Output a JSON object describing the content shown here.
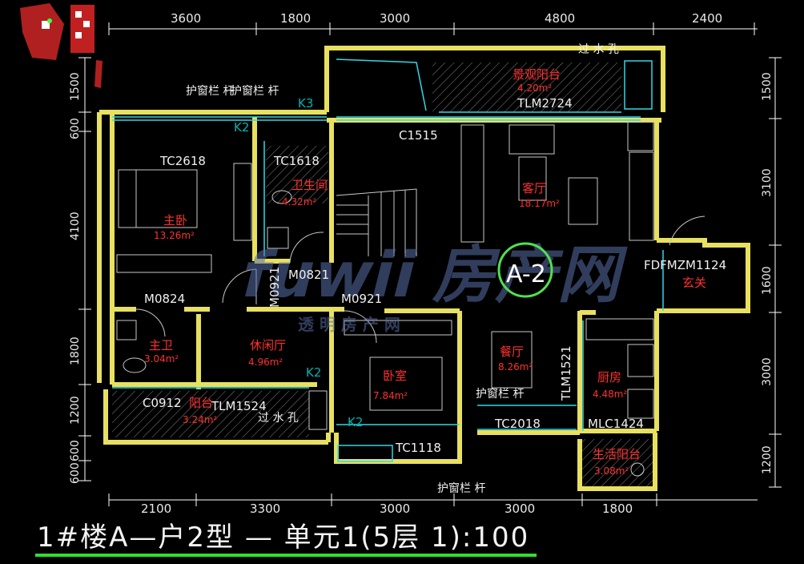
{
  "top_dims": [
    "3600",
    "1800",
    "3000",
    "4800",
    "2400"
  ],
  "bottom_dims": [
    "2100",
    "3300",
    "3000",
    "3000",
    "1800"
  ],
  "left_dims": [
    "1500",
    "600",
    "4100",
    "1800",
    "1200",
    "600",
    "600"
  ],
  "right_dims": [
    "1500",
    "3100",
    "1600",
    "3000",
    "1200"
  ],
  "rooms": [
    {
      "name": "景观阳台",
      "area": "4.20m²"
    },
    {
      "name": "客厅",
      "area": "18.17m²"
    },
    {
      "name": "卫生间",
      "area": "4.32m²"
    },
    {
      "name": "主卧",
      "area": "13.26m²"
    },
    {
      "name": "主卫",
      "area": "3.04m²"
    },
    {
      "name": "休闲厅",
      "area": "4.96m²"
    },
    {
      "name": "阳台",
      "area": "3.24m²"
    },
    {
      "name": "卧室",
      "area": "7.84m²"
    },
    {
      "name": "餐厅",
      "area": "8.26m²"
    },
    {
      "name": "厨房",
      "area": "4.48m²"
    },
    {
      "name": "生活阳台",
      "area": "3.08m²"
    },
    {
      "name": "玄关",
      "area": ""
    }
  ],
  "codes": [
    "TLM2724",
    "C1515",
    "TC2618",
    "TC1618",
    "M0821",
    "M0921",
    "M0921",
    "M0824",
    "FDFMZM1124",
    "C0912",
    "TLM1524",
    "TC2018",
    "TLM1521",
    "MLC1424",
    "TC1118"
  ],
  "notes": {
    "guard_rail_1": "护窗栏 杆",
    "guard_rail_2": "护窗栏 杆",
    "guard_rail_3": "护窗栏 杆",
    "guard_rail_top": "护窗栏 杆",
    "water_hole_1": "过 水 孔",
    "water_hole_2": "过 水 孔"
  },
  "k_labels": [
    "K3",
    "K2",
    "K2",
    "K2"
  ],
  "unit_tag": "A-2",
  "watermark": {
    "main": "fuwii 房产网",
    "sub": "透 明 房 产 网"
  },
  "title": "1#楼A—户2型 — 单元1(5层 1):100",
  "colors": {
    "wall": "#e8e060",
    "window": "#30d8e8",
    "room_text": "#ff3030",
    "tag_circle": "#50e050",
    "background": "#000000"
  }
}
